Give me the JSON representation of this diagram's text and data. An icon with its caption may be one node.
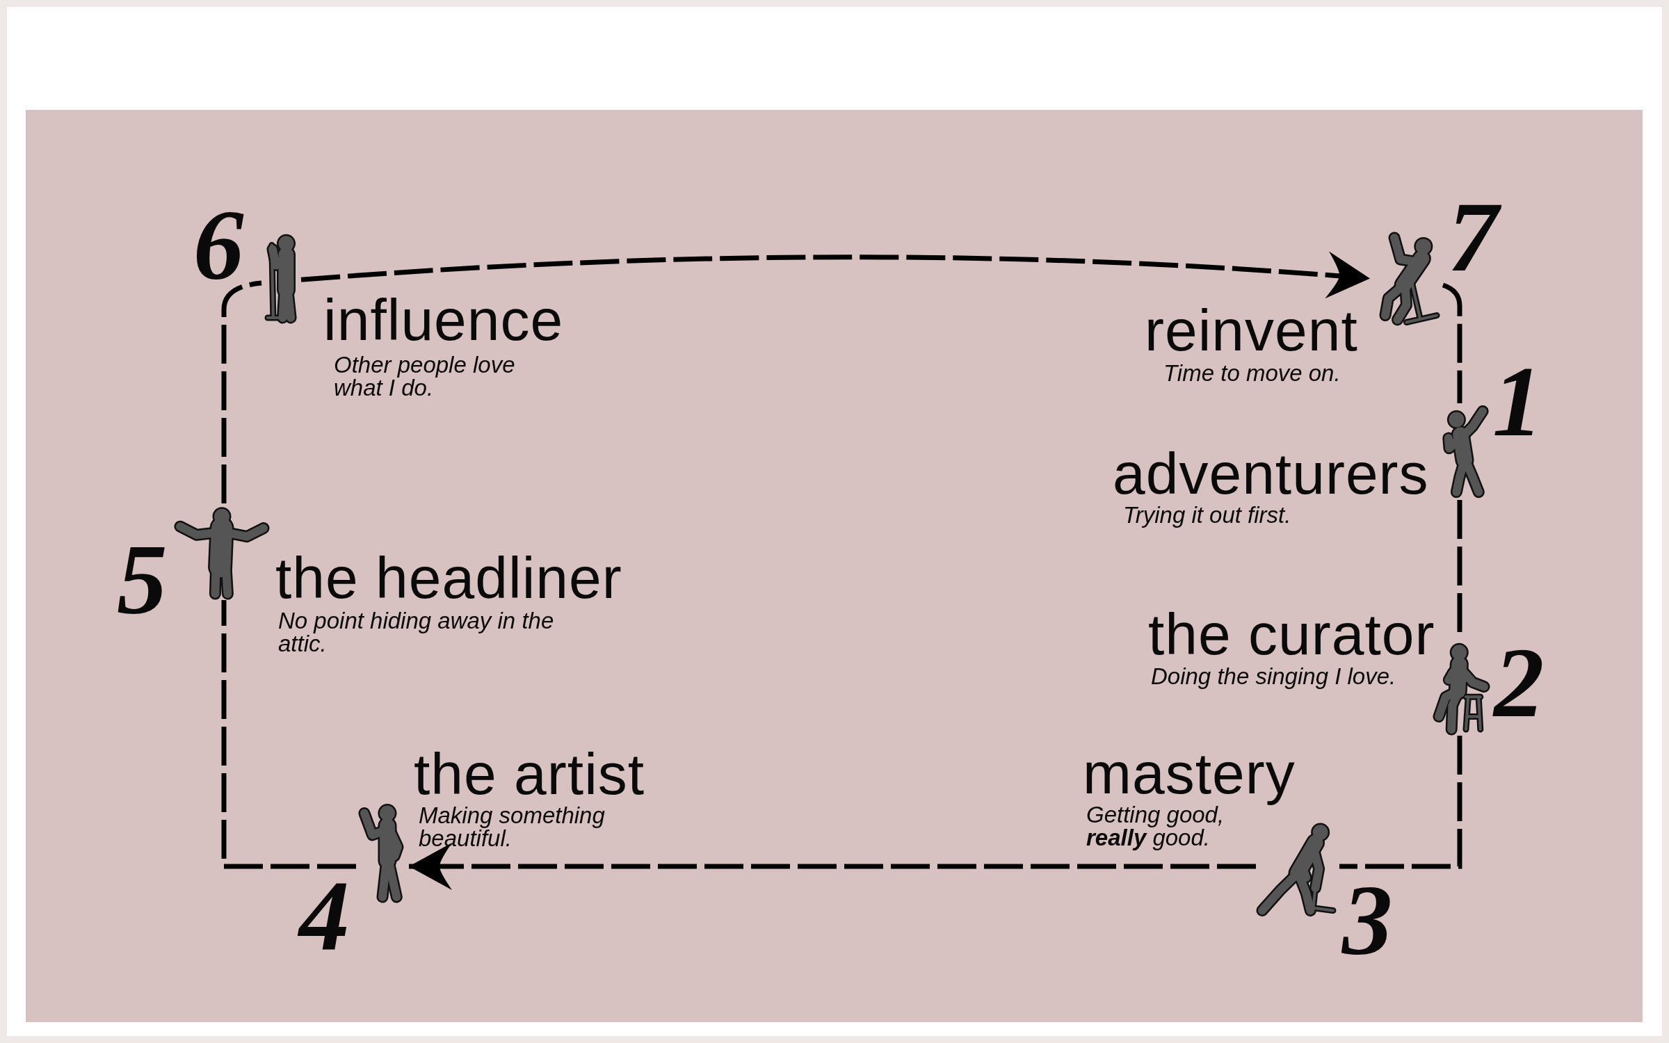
{
  "diagram": {
    "nodes": [
      {
        "text": [],
        "shape": "person",
        "beside": [
          "1",
          "adventurers",
          "Trying it out first."
        ]
      },
      {
        "text": [],
        "shape": "person",
        "beside": [
          "2",
          "the curator",
          "Doing the singing I love."
        ]
      },
      {
        "text": [],
        "shape": "person",
        "beside": [
          "3",
          "mastery",
          "Getting good, **really** good."
        ]
      },
      {
        "text": [],
        "shape": "person",
        "beside": [
          "4",
          "the artist",
          "Making something beautiful."
        ]
      },
      {
        "text": [],
        "shape": "person",
        "beside": [
          "5",
          "the headliner",
          "No point hiding away in the attic."
        ]
      },
      {
        "text": [],
        "shape": "person",
        "beside": [
          "6",
          "influence",
          "Other people love what I do."
        ]
      },
      {
        "text": [],
        "shape": "person",
        "beside": [
          "7",
          "reinvent",
          "Time to move on."
        ]
      }
    ],
    "edges": [
      {
        "from": 0,
        "to": 1,
        "arrow": "none",
        "style": "dashed"
      },
      {
        "from": 1,
        "to": 2,
        "arrow": "none",
        "style": "dashed"
      },
      {
        "from": 2,
        "to": 3,
        "arrow": "to",
        "style": "dashed"
      },
      {
        "from": 3,
        "to": 4,
        "arrow": "none",
        "style": "dashed"
      },
      {
        "from": 4,
        "to": 5,
        "arrow": "none",
        "style": "dashed"
      },
      {
        "from": 5,
        "to": 6,
        "arrow": "to",
        "style": "dashed"
      },
      {
        "from": 6,
        "to": 0,
        "arrow": "none",
        "style": "dashed"
      }
    ]
  }
}
